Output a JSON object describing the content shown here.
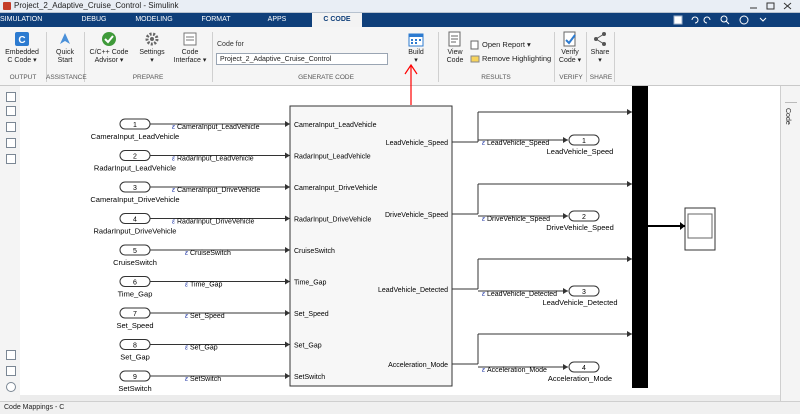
{
  "window": {
    "title": "Project_2_Adaptive_Cruise_Control - Simulink"
  },
  "tabs": [
    {
      "label": "SIMULATION"
    },
    {
      "label": "DEBUG"
    },
    {
      "label": "MODELING"
    },
    {
      "label": "FORMAT"
    },
    {
      "label": "APPS"
    },
    {
      "label": "C CODE"
    }
  ],
  "ribbon": {
    "embedded": "Embedded",
    "embedded2": "C Code ▾",
    "quick": "Quick",
    "quick2": "Start",
    "advisor": "C/C++ Code",
    "advisor2": "Advisor ▾",
    "settings": "Settings",
    "code_iface": "Code",
    "code_iface2": "Interface ▾",
    "code_for_label": "Code for",
    "code_for_value": "Project_2_Adaptive_Cruise_Control",
    "build": "Build",
    "build_arrow": "▾",
    "view": "View",
    "view2": "Code",
    "open_report": "Open Report ▾",
    "remove_highlighting": "Remove Highlighting",
    "verify": "Verify",
    "verify2": "Code ▾",
    "share": "Share",
    "share2": "▾",
    "groups": {
      "output": "OUTPUT",
      "assistance": "ASSISTANCE",
      "prepare": "PREPARE",
      "generate_code": "GENERATE CODE",
      "results": "RESULTS",
      "verify": "VERIFY",
      "share": "SHARE"
    }
  },
  "right_panel_label": "Code",
  "bottom_tab": "Code Mappings - C",
  "model": {
    "inports": [
      {
        "num": "1",
        "name": "CameraInput_LeadVehicle",
        "signal": "CameraInput_LeadVehicle",
        "port": "CameraInput_LeadVehicle"
      },
      {
        "num": "2",
        "name": "RadarInput_LeadVehicle",
        "signal": "RadarInput_LeadVehicle",
        "port": "RadarInput_LeadVehicle"
      },
      {
        "num": "3",
        "name": "CameraInput_DriveVehicle",
        "signal": "CameraInput_DriveVehicle",
        "port": "CameraInput_DriveVehicle"
      },
      {
        "num": "4",
        "name": "RadarInput_DriveVehicle",
        "signal": "RadarInput_DriveVehicle",
        "port": "RadarInput_DriveVehicle"
      },
      {
        "num": "5",
        "name": "CruiseSwitch",
        "signal": "CruiseSwitch",
        "port": "CruiseSwitch"
      },
      {
        "num": "6",
        "name": "Time_Gap",
        "signal": "Time_Gap",
        "port": "Time_Gap"
      },
      {
        "num": "7",
        "name": "Set_Speed",
        "signal": "Set_Speed",
        "port": "Set_Speed"
      },
      {
        "num": "8",
        "name": "Set_Gap",
        "signal": "Set_Gap",
        "port": "Set_Gap"
      },
      {
        "num": "9",
        "name": "SetSwitch",
        "signal": "SetSwitch",
        "port": "SetSwitch"
      }
    ],
    "outports": [
      {
        "num": "1",
        "name": "LeadVehicle_Speed",
        "signal": "LeadVehicle_Speed",
        "port": "LeadVehicle_Speed"
      },
      {
        "num": "2",
        "name": "DriveVehicle_Speed",
        "signal": "DriveVehicle_Speed",
        "port": "DriveVehicle_Speed"
      },
      {
        "num": "3",
        "name": "LeadVehicle_Detected",
        "signal": "LeadVehicle_Detected",
        "port": "LeadVehicle_Detected"
      },
      {
        "num": "4",
        "name": "Acceleration_Mode",
        "signal": "Acceleration_Mode",
        "port": "Acceleration_Mode"
      }
    ],
    "colors": {
      "annotation": "#ff0000",
      "signal_icon": "#2a3fa8",
      "mux": "#000000",
      "tab_bar": "#0f3f7a"
    }
  }
}
